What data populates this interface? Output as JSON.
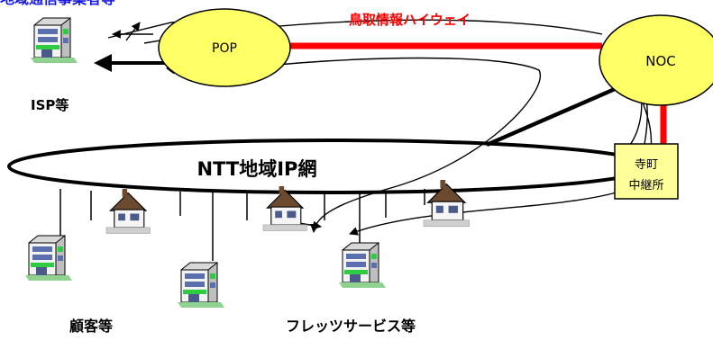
{
  "header": {
    "cut_text": "地域通信事業者等"
  },
  "network": {
    "highway_label": "鳥取情報ハイウェイ",
    "pop_label": "POP",
    "noc_label": "NOC",
    "relay_label_line1": "寺町",
    "relay_label_line2": "中継所",
    "ntt_label": "NTT地域IP網"
  },
  "labels": {
    "isp": "ISP等",
    "customers": "顧客等",
    "flets": "フレッツサービス等"
  },
  "colors": {
    "highway": "#ff0000",
    "cut_text": "#1a1ae6",
    "node_fill": "#ffff66",
    "relay_fill": "#ffff99"
  },
  "icons": [
    "building-icon",
    "house-icon"
  ]
}
